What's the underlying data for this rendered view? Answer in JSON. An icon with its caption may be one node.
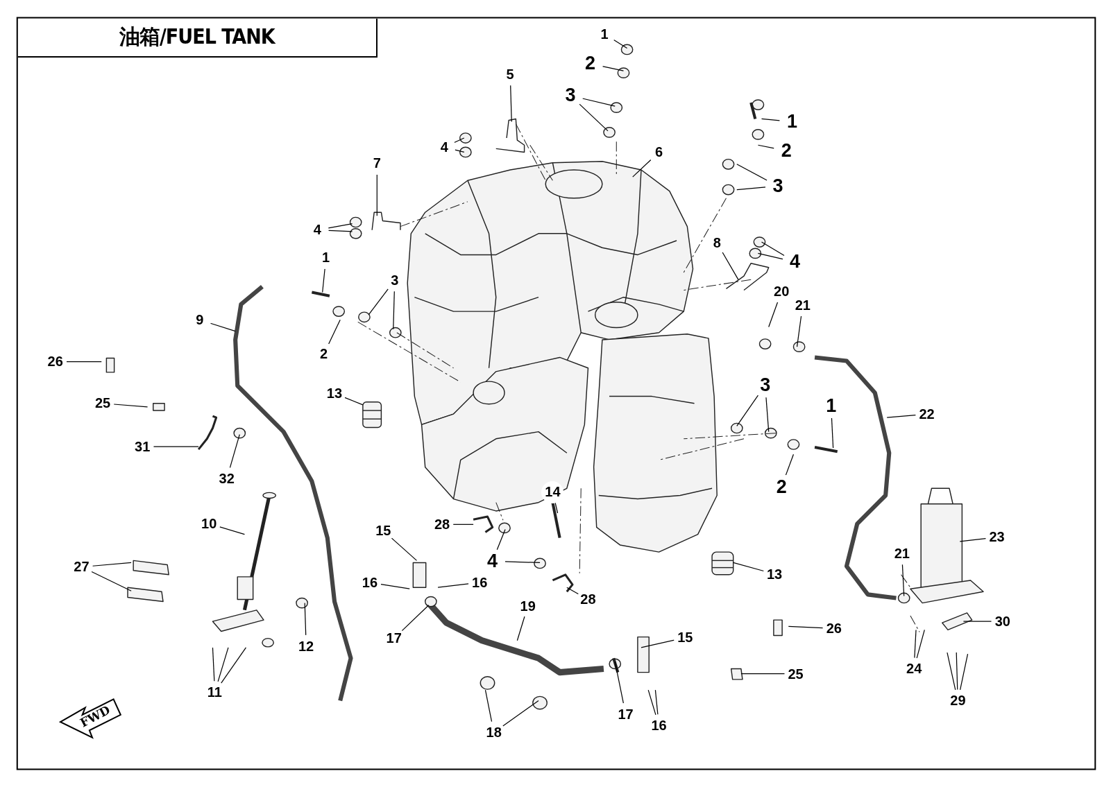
{
  "diagram": {
    "title": "油箱/FUEL TANK",
    "nodes": [
      {
        "text": [
          "1"
        ]
      },
      {
        "text": [
          "2"
        ]
      },
      {
        "text": [
          "3"
        ]
      },
      {
        "text": [
          "5"
        ]
      },
      {
        "text": [
          "4"
        ]
      },
      {
        "text": [
          "6"
        ]
      },
      {
        "text": [
          "1"
        ]
      },
      {
        "text": [
          "2"
        ]
      },
      {
        "text": [
          "3"
        ]
      },
      {
        "text": [
          "7"
        ]
      },
      {
        "text": [
          "4"
        ]
      },
      {
        "text": [
          "8"
        ]
      },
      {
        "text": [
          "4"
        ]
      },
      {
        "text": [
          "1"
        ]
      },
      {
        "text": [
          "3"
        ]
      },
      {
        "text": [
          "9"
        ]
      },
      {
        "text": [
          "20"
        ]
      },
      {
        "text": [
          "21"
        ]
      },
      {
        "text": [
          "2"
        ]
      },
      {
        "text": [
          "26"
        ]
      },
      {
        "text": [
          "13"
        ]
      },
      {
        "text": [
          "3"
        ]
      },
      {
        "text": [
          "1"
        ]
      },
      {
        "text": [
          "22"
        ]
      },
      {
        "text": [
          "25"
        ]
      },
      {
        "text": [
          "31"
        ]
      },
      {
        "text": [
          "32"
        ]
      },
      {
        "text": [
          "2"
        ]
      },
      {
        "text": [
          "14"
        ]
      },
      {
        "text": [
          "10"
        ]
      },
      {
        "text": [
          "28"
        ]
      },
      {
        "text": [
          "23"
        ]
      },
      {
        "text": [
          "21"
        ]
      },
      {
        "text": [
          "15"
        ]
      },
      {
        "text": [
          "4"
        ]
      },
      {
        "text": [
          "27"
        ]
      },
      {
        "text": [
          "13"
        ]
      },
      {
        "text": [
          "16"
        ]
      },
      {
        "text": [
          "16"
        ]
      },
      {
        "text": [
          "28"
        ]
      },
      {
        "text": [
          "19"
        ]
      },
      {
        "text": [
          "30"
        ]
      },
      {
        "text": [
          "26"
        ]
      },
      {
        "text": [
          "17"
        ]
      },
      {
        "text": [
          "15"
        ]
      },
      {
        "text": [
          "12"
        ]
      },
      {
        "text": [
          "24"
        ]
      },
      {
        "text": [
          "25"
        ]
      },
      {
        "text": [
          "11"
        ]
      },
      {
        "text": [
          "17"
        ]
      },
      {
        "text": [
          "16"
        ]
      },
      {
        "text": [
          "29"
        ]
      },
      {
        "text": [
          "18"
        ]
      }
    ],
    "edges": [
      {
        "from": 0,
        "to": null,
        "arrow": "none"
      },
      {
        "from": 1,
        "to": null,
        "arrow": "none"
      },
      {
        "from": 2,
        "to": null,
        "arrow": "none"
      },
      {
        "from": 2,
        "to": null,
        "arrow": "none"
      },
      {
        "from": 3,
        "to": null,
        "arrow": "none"
      },
      {
        "from": 4,
        "to": null,
        "arrow": "none"
      },
      {
        "from": 4,
        "to": null,
        "arrow": "none"
      },
      {
        "from": 5,
        "to": null,
        "arrow": "none"
      },
      {
        "from": 6,
        "to": null,
        "arrow": "none"
      },
      {
        "from": 7,
        "to": null,
        "arrow": "none"
      },
      {
        "from": 8,
        "to": null,
        "arrow": "none"
      },
      {
        "from": 8,
        "to": null,
        "arrow": "none"
      },
      {
        "from": 9,
        "to": null,
        "arrow": "none"
      },
      {
        "from": 10,
        "to": null,
        "arrow": "none"
      },
      {
        "from": 10,
        "to": null,
        "arrow": "none"
      },
      {
        "from": 11,
        "to": null,
        "arrow": "none"
      },
      {
        "from": 12,
        "to": null,
        "arrow": "none"
      },
      {
        "from": 12,
        "to": null,
        "arrow": "none"
      },
      {
        "from": 13,
        "to": null,
        "arrow": "none"
      },
      {
        "from": 14,
        "to": null,
        "arrow": "none"
      },
      {
        "from": 14,
        "to": null,
        "arrow": "none"
      },
      {
        "from": 15,
        "to": null,
        "arrow": "none"
      },
      {
        "from": 16,
        "to": null,
        "arrow": "none"
      },
      {
        "from": 17,
        "to": null,
        "arrow": "none"
      },
      {
        "from": 18,
        "to": null,
        "arrow": "none"
      },
      {
        "from": 19,
        "to": null,
        "arrow": "none"
      },
      {
        "from": 20,
        "to": null,
        "arrow": "none"
      },
      {
        "from": 21,
        "to": null,
        "arrow": "none"
      },
      {
        "from": 21,
        "to": null,
        "arrow": "none"
      },
      {
        "from": 22,
        "to": null,
        "arrow": "none"
      },
      {
        "from": 23,
        "to": null,
        "arrow": "none"
      },
      {
        "from": 24,
        "to": null,
        "arrow": "none"
      },
      {
        "from": 25,
        "to": null,
        "arrow": "none"
      },
      {
        "from": 26,
        "to": null,
        "arrow": "none"
      },
      {
        "from": 27,
        "to": null,
        "arrow": "none"
      },
      {
        "from": 28,
        "to": null,
        "arrow": "none"
      },
      {
        "from": 29,
        "to": null,
        "arrow": "none"
      },
      {
        "from": 30,
        "to": null,
        "arrow": "none"
      },
      {
        "from": 31,
        "to": null,
        "arrow": "none"
      },
      {
        "from": 32,
        "to": null,
        "arrow": "none"
      },
      {
        "from": 33,
        "to": null,
        "arrow": "none"
      },
      {
        "from": 34,
        "to": null,
        "arrow": "none"
      },
      {
        "from": 34,
        "to": null,
        "arrow": "none"
      },
      {
        "from": 35,
        "to": null,
        "arrow": "none"
      },
      {
        "from": 35,
        "to": null,
        "arrow": "none"
      },
      {
        "from": 36,
        "to": null,
        "arrow": "none"
      },
      {
        "from": 37,
        "to": null,
        "arrow": "none"
      },
      {
        "from": 38,
        "to": null,
        "arrow": "none"
      },
      {
        "from": 39,
        "to": null,
        "arrow": "none"
      },
      {
        "from": 40,
        "to": null,
        "arrow": "none"
      },
      {
        "from": 41,
        "to": null,
        "arrow": "none"
      },
      {
        "from": 42,
        "to": null,
        "arrow": "none"
      },
      {
        "from": 43,
        "to": null,
        "arrow": "none"
      },
      {
        "from": 44,
        "to": null,
        "arrow": "none"
      },
      {
        "from": 45,
        "to": null,
        "arrow": "none"
      },
      {
        "from": 46,
        "to": null,
        "arrow": "none"
      },
      {
        "from": 46,
        "to": null,
        "arrow": "none"
      },
      {
        "from": 47,
        "to": null,
        "arrow": "none"
      },
      {
        "from": 48,
        "to": null,
        "arrow": "none"
      },
      {
        "from": 48,
        "to": null,
        "arrow": "none"
      },
      {
        "from": 48,
        "to": null,
        "arrow": "none"
      },
      {
        "from": 49,
        "to": null,
        "arrow": "none"
      },
      {
        "from": 50,
        "to": null,
        "arrow": "none"
      },
      {
        "from": 50,
        "to": null,
        "arrow": "none"
      },
      {
        "from": 51,
        "to": null,
        "arrow": "none"
      },
      {
        "from": 51,
        "to": null,
        "arrow": "none"
      },
      {
        "from": 51,
        "to": null,
        "arrow": "none"
      },
      {
        "from": 52,
        "to": null,
        "arrow": "none"
      },
      {
        "from": 52,
        "to": null,
        "arrow": "none"
      }
    ],
    "labels": [
      "FWD"
    ]
  }
}
